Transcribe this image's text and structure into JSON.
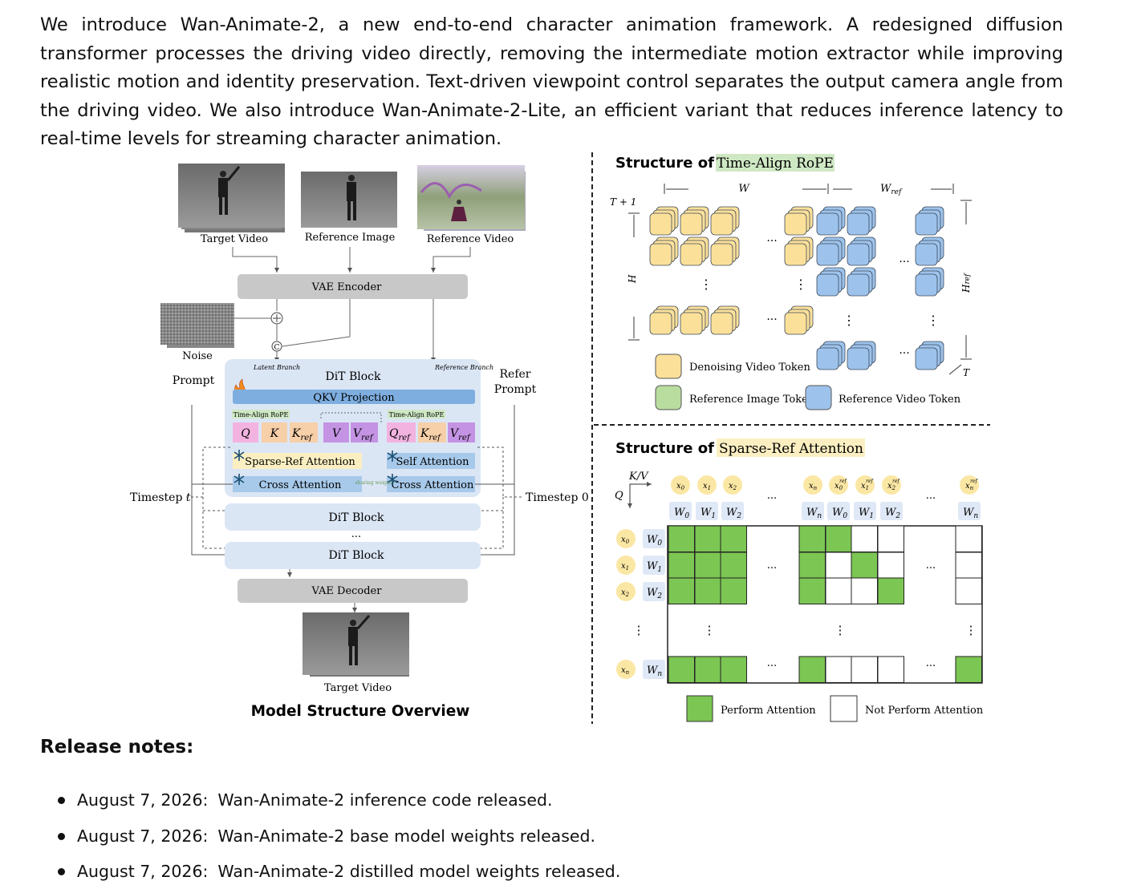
{
  "intro_text": "We introduce Wan-Animate-2, a new end-to-end character animation framework. A redesigned diffusion transformer processes the driving video directly, removing the intermediate motion extractor while improving realistic motion and identity preservation. Text-driven viewpoint control separates the output camera angle from the driving video. We also introduce Wan-Animate-2-Lite, an efficient variant that reduces inference latency to real-time levels for streaming character animation.",
  "model_overview": {
    "caption": "Model Structure Overview",
    "inputs": {
      "target_video": "Target Video",
      "reference_image": "Reference Image",
      "reference_video": "Reference Video",
      "noise": "Noise",
      "prompt": "Prompt",
      "refer_prompt": "Refer Prompt"
    },
    "vae_encoder": "VAE Encoder",
    "vae_decoder": "VAE Decoder",
    "output_label": "Target Video",
    "dit": {
      "title": "DiT Block",
      "latent_branch": "Latent Branch",
      "reference_branch": "Reference Branch",
      "qkv_projection": "QKV Projection",
      "time_align_rope": "Time-Align RoPE",
      "tokens": [
        "Q",
        "K",
        "K",
        "ref",
        "V",
        "V",
        "ref",
        "Q",
        "ref",
        "K",
        "ref",
        "V",
        "ref"
      ],
      "sparse_ref_attention": "Sparse-Ref Attention",
      "self_attention": "Self Attention",
      "cross_attention": "Cross Attention",
      "sharing_weights": "sharing weights",
      "block_2": "DiT Block",
      "ellipsis": "...",
      "block_n": "DiT Block"
    },
    "timestep_left": "Timestep",
    "timestep_left_var": "t",
    "timestep_right": "Timestep 0",
    "colors": {
      "gray_box": "#c8c8c8",
      "dit_bg": "#dbe6f5",
      "qkv": "#7eaee0",
      "rope_tag": "#cfe8c4",
      "q_pink": "#f2b3e1",
      "k_orange": "#f7cfa8",
      "v_purple": "#c493e3",
      "sparse_yellow": "#fbefc2",
      "attention_blue": "#a7c9ea"
    }
  },
  "rope_panel": {
    "title_prefix": "Structure of",
    "title_tag": "Time-Align RoPE",
    "labels": {
      "W": "W",
      "W_ref_main": "W",
      "W_ref_sub": "ref",
      "H": "H",
      "H_ref": "H",
      "H_ref_sub": "ref",
      "T_plus": "T + 1",
      "T": "T",
      "dots": "...",
      "vdots": "⋮"
    },
    "legend": [
      "Denoising Video Token",
      "Reference Image Token",
      "Reference Video Token"
    ],
    "colors": {
      "denoising": "#fbe09a",
      "reference_image": "#b9dc9f",
      "reference_video": "#9dc3ec"
    }
  },
  "sparse_panel": {
    "title_prefix": "Structure of",
    "title_tag": "Sparse-Ref Attention",
    "axis_kv": "K/V",
    "axis_q": "Q",
    "col_tokens": [
      "x",
      "0",
      "x",
      "1",
      "x",
      "2",
      "x",
      "n",
      "x",
      "0",
      "ref",
      "x",
      "1",
      "ref",
      "x",
      "2",
      "ref",
      "x",
      "n",
      "ref"
    ],
    "col_words": [
      "W",
      "0",
      "W",
      "1",
      "W",
      "2",
      "W",
      "n",
      "W",
      "0",
      "W",
      "1",
      "W",
      "2",
      "W",
      "n"
    ],
    "row_tokens": [
      "x",
      "0",
      "x",
      "1",
      "x",
      "2",
      "x",
      "n"
    ],
    "row_words": [
      "W",
      "0",
      "W",
      "1",
      "W",
      "2",
      "W",
      "n"
    ],
    "dots": "...",
    "vdots": "⋮",
    "legend": [
      "Perform Attention",
      "Not Perform Attention"
    ],
    "colors": {
      "perform": "#7cc653",
      "not_perform": "#ffffff",
      "token_circle": "#fbe7a4",
      "word_box": "#dfe8f6"
    }
  },
  "release_notes": {
    "heading": "Release notes:",
    "items": [
      {
        "date": "August 7, 2026:",
        "text": "Wan-Animate-2 inference code released."
      },
      {
        "date": "August 7, 2026:",
        "text": "Wan-Animate-2 base model weights released."
      },
      {
        "date": "August 7, 2026:",
        "text": "Wan-Animate-2 distilled model weights released."
      }
    ]
  }
}
